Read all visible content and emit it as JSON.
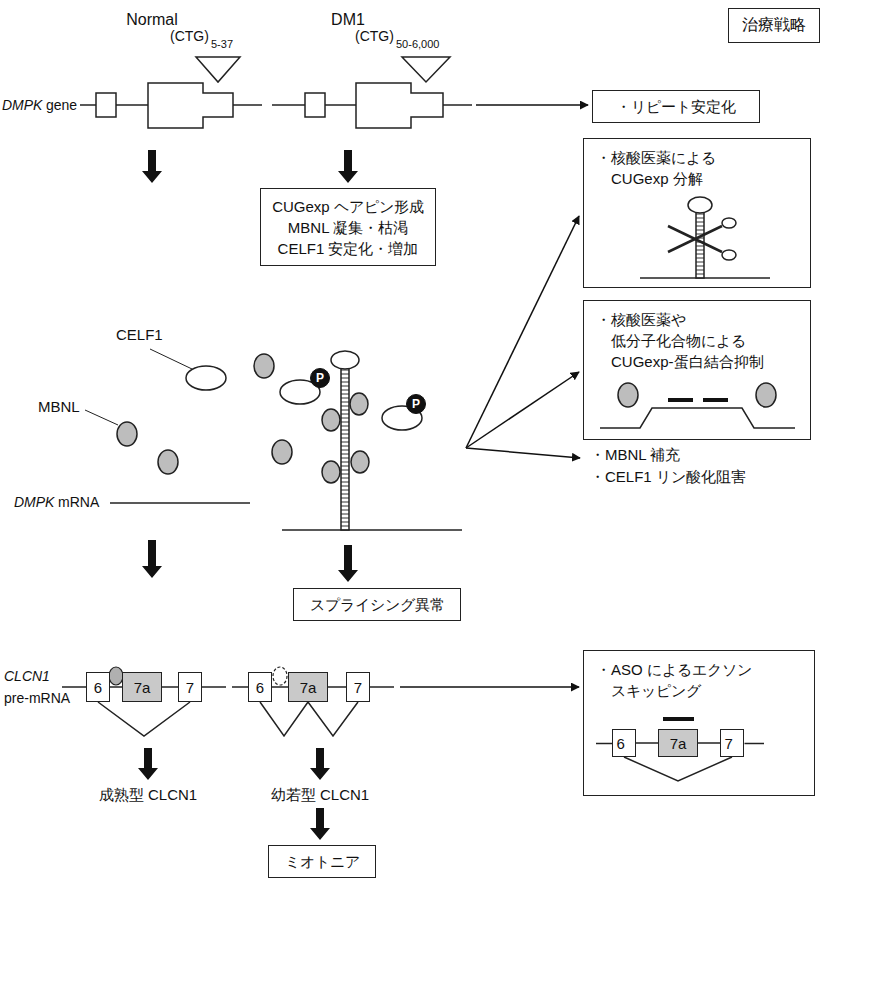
{
  "diagram": {
    "nodes": [
      {
        "text": [
          "治療戦略"
        ]
      },
      {
        "text": [
          "・リピート安定化"
        ]
      },
      {
        "text": [
          "CUGexp ヘアピン形成",
          "MBNL 凝集・枯渇",
          "CELF1 安定化・増加"
        ]
      },
      {
        "text": [
          "・核酸医薬による CUGexp 分解"
        ]
      },
      {
        "text": [
          "P"
        ]
      },
      {
        "text": [
          "P"
        ]
      },
      {
        "text": [
          "・核酸医薬や 低分子化合物による CUGexp-蛋白結合抑制"
        ]
      },
      {
        "text": [
          "スプライシング異常"
        ]
      },
      {
        "text": [
          "6"
        ]
      },
      {
        "text": [
          "7a"
        ]
      },
      {
        "text": [
          "7"
        ]
      },
      {
        "text": [
          "6"
        ]
      },
      {
        "text": [
          "7a"
        ]
      },
      {
        "text": [
          "7"
        ]
      },
      {
        "text": [
          "・ASO によるエクソン スキッピング"
        ]
      },
      {
        "text": [
          "6"
        ],
        "in": 14
      },
      {
        "text": [
          "7a"
        ],
        "in": 14
      },
      {
        "text": [
          "7"
        ],
        "in": 14
      },
      {
        "text": [
          "ミオトニア"
        ]
      }
    ],
    "edges": [
      {
        "from": 8,
        "to": 9,
        "arrow": "none"
      },
      {
        "from": 9,
        "to": 10,
        "arrow": "none"
      },
      {
        "from": 8,
        "to": 10,
        "arrow": "none"
      },
      {
        "from": 11,
        "to": 12,
        "arrow": "none"
      },
      {
        "from": 12,
        "to": 13,
        "arrow": "none"
      },
      {
        "from": 11,
        "to": 12,
        "arrow": "none"
      },
      {
        "from": 12,
        "to": 13,
        "arrow": "none"
      },
      {
        "from": 15,
        "to": 16,
        "arrow": "none"
      },
      {
        "from": 16,
        "to": 17,
        "arrow": "none"
      },
      {
        "from": 15,
        "to": 17,
        "arrow": "none"
      }
    ],
    "labels": [
      "Normal",
      "DM1",
      "(CTG)",
      "5-37",
      "(CTG)",
      "50-6,000",
      "DMPK",
      "gene",
      "CELF1",
      "MBNL",
      "DMPK",
      "mRNA",
      "・MBNL 補充",
      "・CELF1 リン酸化阻害",
      "CLCN1",
      "pre-mRNA",
      "成熟型 CLCN1",
      "幼若型 CLCN1"
    ]
  }
}
